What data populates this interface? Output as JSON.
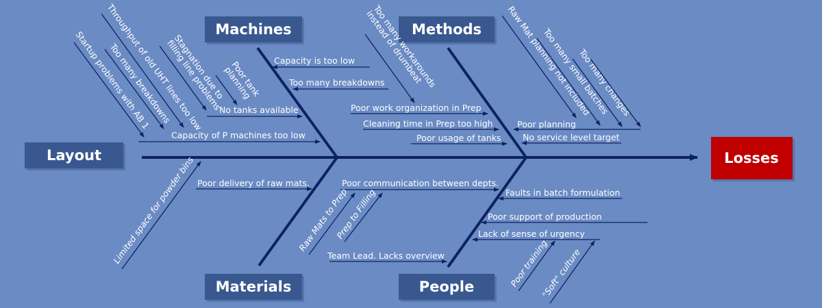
{
  "effect": {
    "label": "Losses",
    "color": "#c00000"
  },
  "categories": {
    "layout": "Layout",
    "machines": "Machines",
    "methods": "Methods",
    "materials": "Materials",
    "people": "People"
  },
  "machines": {
    "horizontal": [
      "Capacity is too low",
      "Too many breakdowns",
      "No tanks available",
      "Capacity of P machines too low"
    ],
    "diagonal": {
      "startup": "Startup problems with AB 1",
      "breakdowns": "Too many breakdowns",
      "throughput": "Throughput of old UHT lines too low",
      "stagnation": [
        "Stagnation due to",
        "filling line problems"
      ],
      "tank_planning": [
        "Poor tank",
        "planning"
      ]
    }
  },
  "methods": {
    "horizontal_left": [
      "Poor work organization in Prep",
      "Cleaning time in Prep too high",
      "Poor usage of tanks"
    ],
    "horizontal_right": [
      "Poor planning",
      "No service level target"
    ],
    "diagonal": {
      "workarounds": [
        "Too many workarounds",
        "instead of drumbeat"
      ],
      "raw_mat": "Raw Mat planning not included",
      "small_batches": "Too many small batches",
      "changes": "Too many changes"
    }
  },
  "materials": {
    "limited_space": "Limited space for powder bins",
    "poor_delivery": "Poor delivery of raw mats."
  },
  "people": {
    "communication": "Poor communication between depts.",
    "raw_mats_to_prep": "Raw Mats to Prep",
    "prep_to_filling": "Prep to Filling",
    "team_lead": "Team Lead. Lacks overview",
    "faults": "Faults in batch formulation",
    "support": "Poor support of production",
    "urgency": "Lack of sense of urgency",
    "training": "Poor training",
    "soft_culture": "\"Soft\" culture"
  },
  "colors": {
    "background": "#6a8bc3",
    "box": "#38588f",
    "line": "#0d2260",
    "effect": "#c00000"
  }
}
